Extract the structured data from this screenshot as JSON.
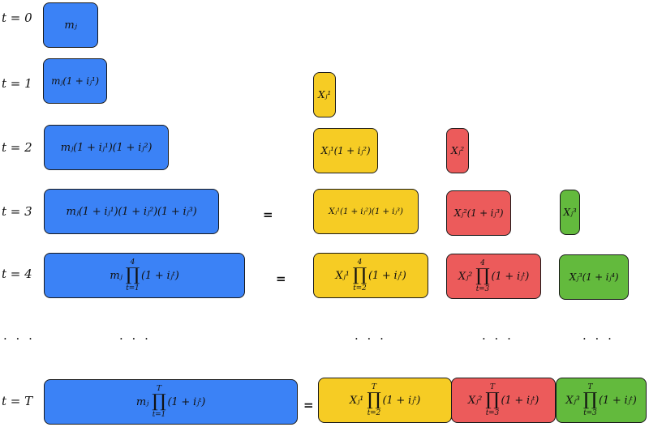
{
  "colors": {
    "blue": "#3b82f6",
    "yellow": "#f6cc24",
    "red": "#ec5b5b",
    "green": "#63ba3d",
    "border": "#1a1a1a"
  },
  "row_labels": {
    "t0": "t = 0",
    "t1": "t = 1",
    "t2": "t = 2",
    "t3": "t = 3",
    "t4": "t = 4",
    "dots": "· · ·",
    "tT": "t = T"
  },
  "blue_boxes": {
    "r0": "mⱼ",
    "r1": "mⱼ(1 + iⱼ¹)",
    "r2": "mⱼ(1 + iⱼ¹)(1 + iⱼ²)",
    "r3": "mⱼ(1 + iⱼ¹)(1 + iⱼ²)(1 + iⱼ³)",
    "r4": {
      "pre": "mⱼ",
      "upper": "4",
      "lower": "t=1",
      "term": "(1 + iⱼᵗ)"
    },
    "rT": {
      "pre": "mⱼ",
      "upper": "T",
      "lower": "t=1",
      "term": "(1 + iⱼᵗ)"
    }
  },
  "yellow_boxes": {
    "r1": "Xⱼ¹",
    "r2": "Xⱼ¹(1 + iⱼ²)",
    "r3": "Xⱼ¹(1 + iⱼ²)(1 + iⱼ³)",
    "r4": {
      "pre": "Xⱼ¹",
      "upper": "4",
      "lower": "t=2",
      "term": "(1 + iⱼᵗ)"
    },
    "rT": {
      "pre": "Xⱼ¹",
      "upper": "T",
      "lower": "t=2",
      "term": "(1 + iⱼᵗ)"
    }
  },
  "red_boxes": {
    "r2": "Xⱼ²",
    "r3": "Xⱼ²(1 + iⱼ³)",
    "r4": {
      "pre": "Xⱼ²",
      "upper": "4",
      "lower": "t=3",
      "term": "(1 + iⱼᵗ)"
    },
    "rT": {
      "pre": "Xⱼ²",
      "upper": "T",
      "lower": "t=3",
      "term": "(1 + iⱼᵗ)"
    }
  },
  "green_boxes": {
    "r3": "Xⱼ³",
    "r4": "Xⱼ³(1 + iⱼ⁴)",
    "rT": {
      "pre": "Xⱼ³",
      "upper": "T",
      "lower": "t=3",
      "term": "(1 + iⱼᵗ)"
    }
  },
  "equals": {
    "r3": "=",
    "r4": "=",
    "rT": "="
  },
  "dots": {
    "label": "· · ·",
    "blue": "· · ·",
    "yellow": "· · ·",
    "red": "· · ·",
    "green": "· · ·"
  }
}
